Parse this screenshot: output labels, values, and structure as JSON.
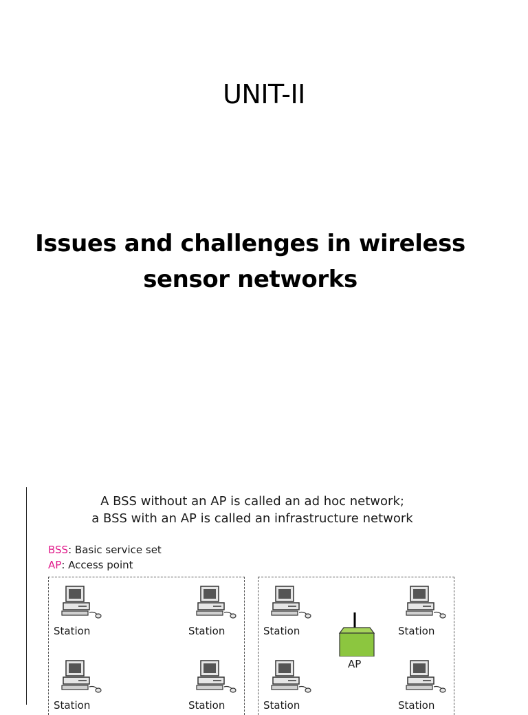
{
  "slide": {
    "unit_title": "UNIT-II",
    "heading_line1": "Issues and challenges in wireless",
    "heading_line2": "sensor networks"
  },
  "figure": {
    "caption_line1": "A BSS without an AP is called an ad hoc network;",
    "caption_line2": "a BSS with an AP is called an infrastructure network",
    "legend": [
      {
        "abbr": "BSS",
        "text": ": Basic service set"
      },
      {
        "abbr": "AP",
        "text": ": Access point"
      }
    ],
    "station_label": "Station",
    "ap_label": "AP",
    "colors": {
      "legend_abbr": "#e0198a",
      "ap_box": "#8cc63f"
    },
    "icons": {
      "station": "desktop-computer-icon",
      "ap": "access-point-icon"
    }
  }
}
